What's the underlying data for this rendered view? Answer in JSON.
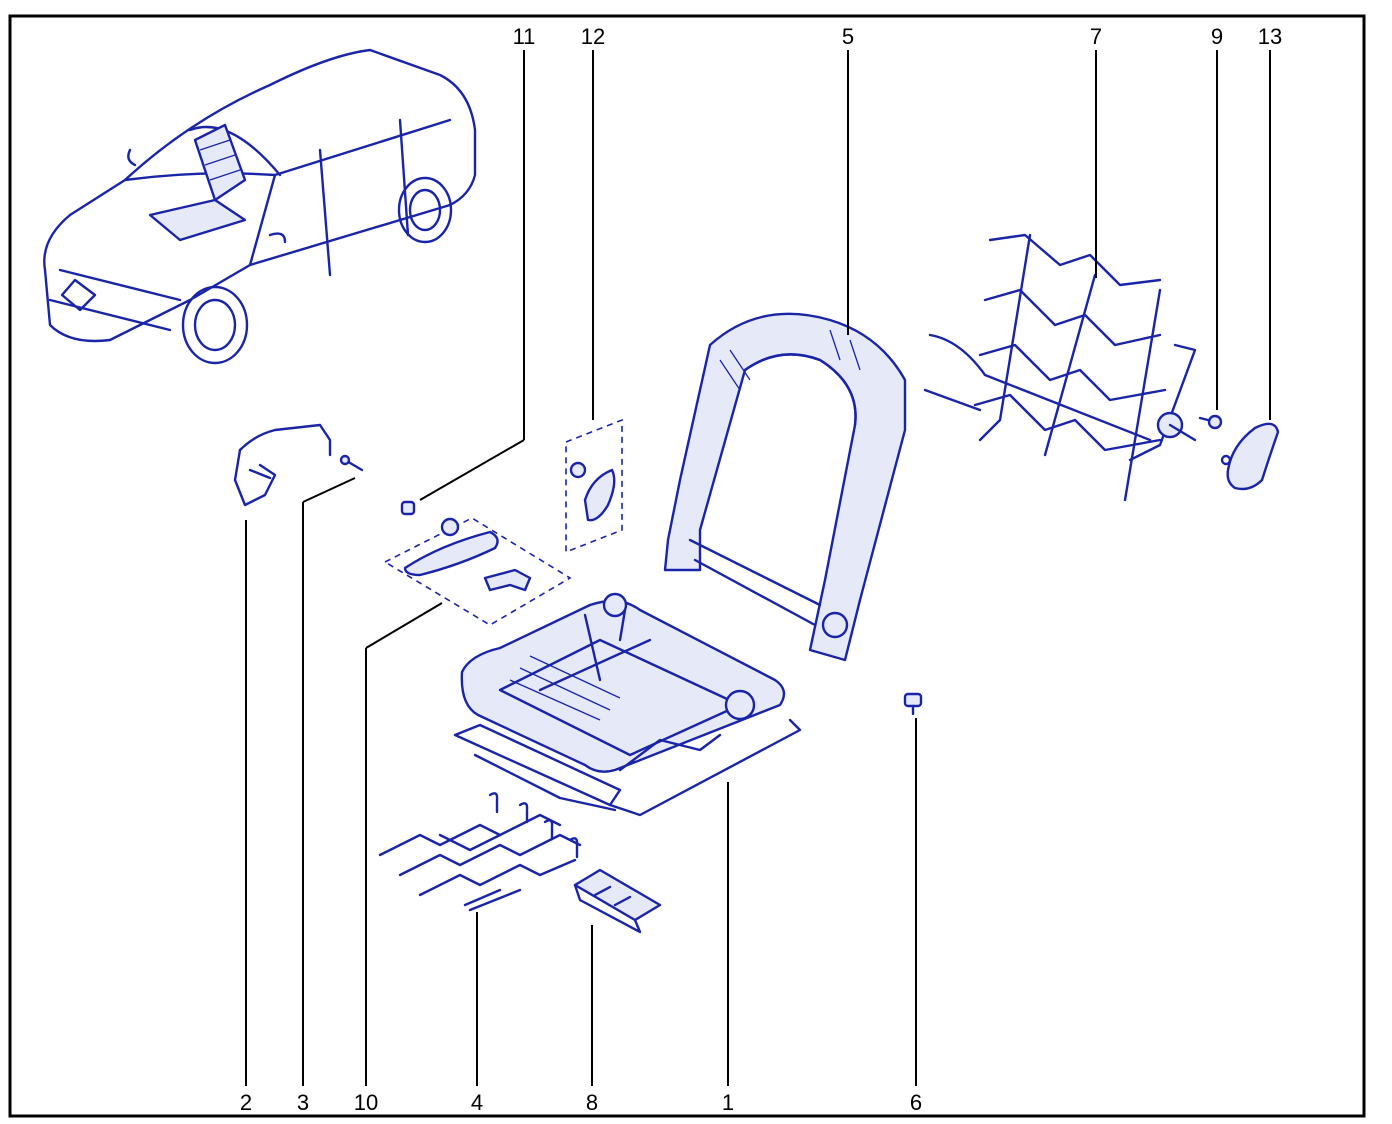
{
  "colors": {
    "line_art": "#1a24a8",
    "frame": "#000000",
    "leader": "#000000",
    "background": "#ffffff"
  },
  "callouts": {
    "c1": "1",
    "c2": "2",
    "c3": "3",
    "c4": "4",
    "c5": "5",
    "c6": "6",
    "c7": "7",
    "c8": "8",
    "c9": "9",
    "c10": "10",
    "c11": "11",
    "c12": "12",
    "c13": "13"
  }
}
